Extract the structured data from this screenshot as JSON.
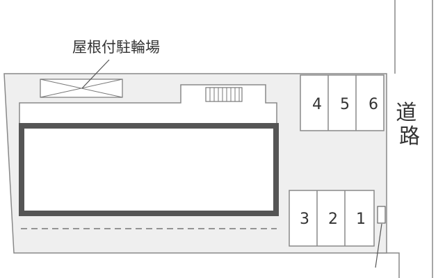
{
  "labels": {
    "bicycle_parking": "屋根付駐輪場",
    "road": "道路"
  },
  "parking_spaces_top": [
    "4",
    "5",
    "6"
  ],
  "parking_spaces_bottom": [
    "3",
    "2",
    "1"
  ],
  "colors": {
    "lot_fill": "#efefef",
    "outline": "#888888",
    "building_border": "#555555",
    "text": "#333333"
  }
}
